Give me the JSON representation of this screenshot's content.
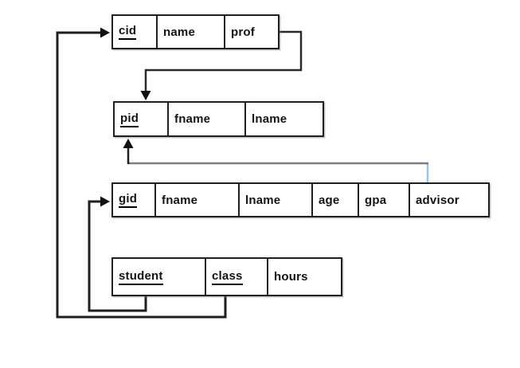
{
  "diagram": {
    "type": "relational-database-schema",
    "background_color": "#ffffff",
    "colors": {
      "table_border": "#1f1f1f",
      "connector_black": "#1f1f1f",
      "connector_gray": "#7d7d7d",
      "connector_light_blue": "#9dc3e6",
      "text": "#141414"
    },
    "tables": [
      {
        "id": "cid-table",
        "columns": [
          {
            "label": "cid",
            "underlined": true
          },
          {
            "label": "name",
            "underlined": false
          },
          {
            "label": "prof",
            "underlined": false
          }
        ]
      },
      {
        "id": "pid-table",
        "columns": [
          {
            "label": "pid",
            "underlined": true
          },
          {
            "label": "fname",
            "underlined": false
          },
          {
            "label": "lname",
            "underlined": false
          }
        ]
      },
      {
        "id": "gid-table",
        "columns": [
          {
            "label": "gid",
            "underlined": true
          },
          {
            "label": "fname",
            "underlined": false
          },
          {
            "label": "lname",
            "underlined": false
          },
          {
            "label": "age",
            "underlined": false
          },
          {
            "label": "gpa",
            "underlined": false
          },
          {
            "label": "advisor",
            "underlined": false
          }
        ]
      },
      {
        "id": "enrollment-table",
        "columns": [
          {
            "label": "student",
            "underlined": true
          },
          {
            "label": "class",
            "underlined": true
          },
          {
            "label": "hours",
            "underlined": false
          }
        ]
      }
    ],
    "relationships": [
      {
        "from": "prof",
        "to": "pid",
        "style": "black"
      },
      {
        "from": "advisor",
        "to": "pid",
        "style": "gray-with-blue-end"
      },
      {
        "from": "student",
        "to": "gid",
        "style": "black"
      },
      {
        "from": "class",
        "to": "cid",
        "style": "black"
      }
    ]
  }
}
